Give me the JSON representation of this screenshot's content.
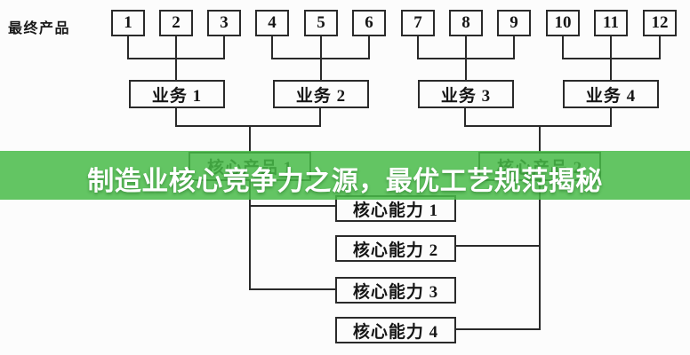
{
  "banner": {
    "text": "制造业核心竞争力之源，最优工艺规范揭秘",
    "background_color": "#48bb48",
    "text_color": "#ffffff"
  },
  "diagram": {
    "row_label": "最终产品",
    "line_color": "#2a2a2a",
    "background_color": "#fcfcfc",
    "final_products": [
      "1",
      "2",
      "3",
      "4",
      "5",
      "6",
      "7",
      "8",
      "9",
      "10",
      "11",
      "12"
    ],
    "businesses": [
      "业务 1",
      "业务 2",
      "业务 3",
      "业务 4"
    ],
    "core_products": [
      "核心产品 1",
      "核心产品 2"
    ],
    "core_competencies": [
      "核心能力 1",
      "核心能力 2",
      "核心能力 3",
      "核心能力 4"
    ]
  }
}
